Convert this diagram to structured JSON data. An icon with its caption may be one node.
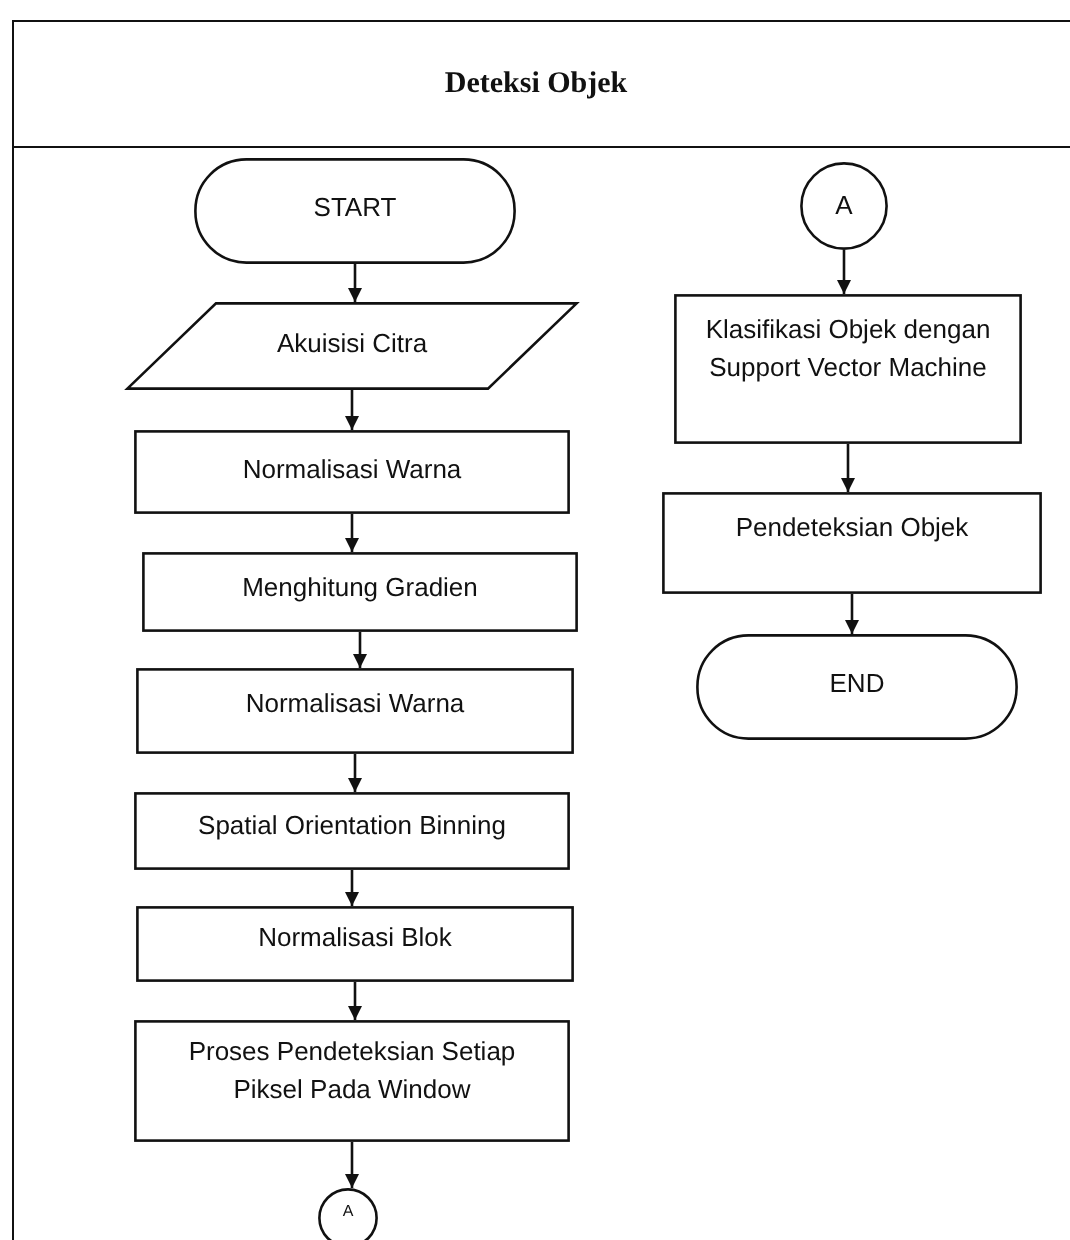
{
  "diagram": {
    "nodes": [
      {
        "text": [
          "Deteksi Objek"
        ]
      },
      {
        "text": [
          "START"
        ],
        "in": 0
      },
      {
        "text": [
          "Akuisisi Citra"
        ],
        "in": 0
      },
      {
        "text": [
          "Normalisasi Warna"
        ],
        "in": 0
      },
      {
        "text": [
          "Menghitung Gradien"
        ],
        "in": 0
      },
      {
        "text": [
          "Normalisasi Warna"
        ],
        "in": 0
      },
      {
        "text": [
          "Spatial Orientation Binning"
        ],
        "in": 0
      },
      {
        "text": [
          "Normalisasi Blok"
        ],
        "in": 0
      },
      {
        "text": [
          "Proses Pendeteksian Setiap Piksel Pada Window"
        ],
        "in": 0
      },
      {
        "text": [
          "A"
        ],
        "in": 0
      },
      {
        "text": [
          "A"
        ],
        "in": 0
      },
      {
        "text": [
          "Klasifikasi Objek dengan Support Vector Machine"
        ],
        "in": 0
      },
      {
        "text": [
          "Pendeteksian Objek"
        ],
        "in": 0
      },
      {
        "text": [
          "END"
        ],
        "in": 0
      }
    ],
    "edges": [
      {
        "from": 1,
        "to": 2,
        "arrow": "to"
      },
      {
        "from": 2,
        "to": 3,
        "arrow": "to"
      },
      {
        "from": 3,
        "to": 4,
        "arrow": "to"
      },
      {
        "from": 4,
        "to": 5,
        "arrow": "to"
      },
      {
        "from": 5,
        "to": 6,
        "arrow": "to"
      },
      {
        "from": 6,
        "to": 7,
        "arrow": "to"
      },
      {
        "from": 7,
        "to": 8,
        "arrow": "to"
      },
      {
        "from": 8,
        "to": 9,
        "arrow": "to"
      },
      {
        "from": 10,
        "to": 11,
        "arrow": "to"
      },
      {
        "from": 11,
        "to": 12,
        "arrow": "to"
      },
      {
        "from": 12,
        "to": 13,
        "arrow": "to"
      }
    ]
  }
}
